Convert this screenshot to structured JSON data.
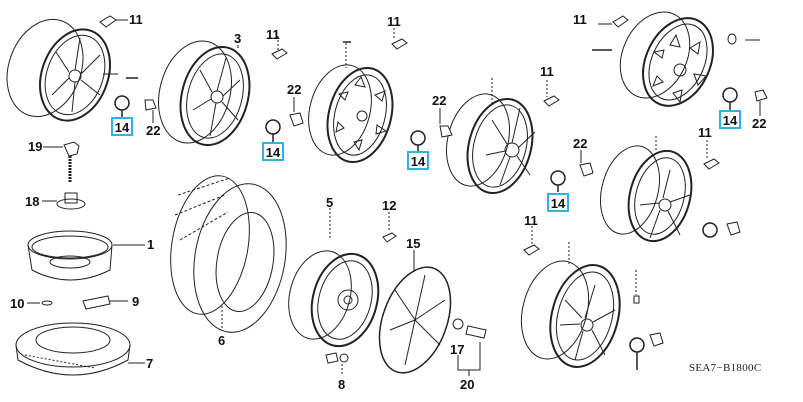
{
  "diagram": {
    "code": "SEA7−B1800C",
    "highlight_color": "#2fb3e3",
    "labels": {
      "p1": "1",
      "p3": "3",
      "p5": "5",
      "p6": "6",
      "p7": "7",
      "p8": "8",
      "p9": "9",
      "p10": "10",
      "p11": "11",
      "p12": "12",
      "p14": "14",
      "p15": "15",
      "p17": "17",
      "p18": "18",
      "p19": "19",
      "p20": "20",
      "p22": "22"
    },
    "parts": [
      {
        "ref": "1",
        "name": "spare-wheel"
      },
      {
        "ref": "3",
        "name": "alloy-wheel"
      },
      {
        "ref": "5",
        "name": "steel-wheel"
      },
      {
        "ref": "6",
        "name": "tire"
      },
      {
        "ref": "7",
        "name": "spare-tire"
      },
      {
        "ref": "8",
        "name": "valve-stem"
      },
      {
        "ref": "9",
        "name": "weight-strip"
      },
      {
        "ref": "10",
        "name": "washer"
      },
      {
        "ref": "11",
        "name": "balance-weight"
      },
      {
        "ref": "12",
        "name": "balance-weight"
      },
      {
        "ref": "14",
        "name": "center-cap"
      },
      {
        "ref": "15",
        "name": "wheel-cover"
      },
      {
        "ref": "17",
        "name": "wheel-nut"
      },
      {
        "ref": "18",
        "name": "spare-tire-bolt-nut"
      },
      {
        "ref": "19",
        "name": "spare-tire-bolt"
      },
      {
        "ref": "20",
        "name": "nut-and-bolt-set"
      },
      {
        "ref": "22",
        "name": "valve"
      }
    ]
  }
}
